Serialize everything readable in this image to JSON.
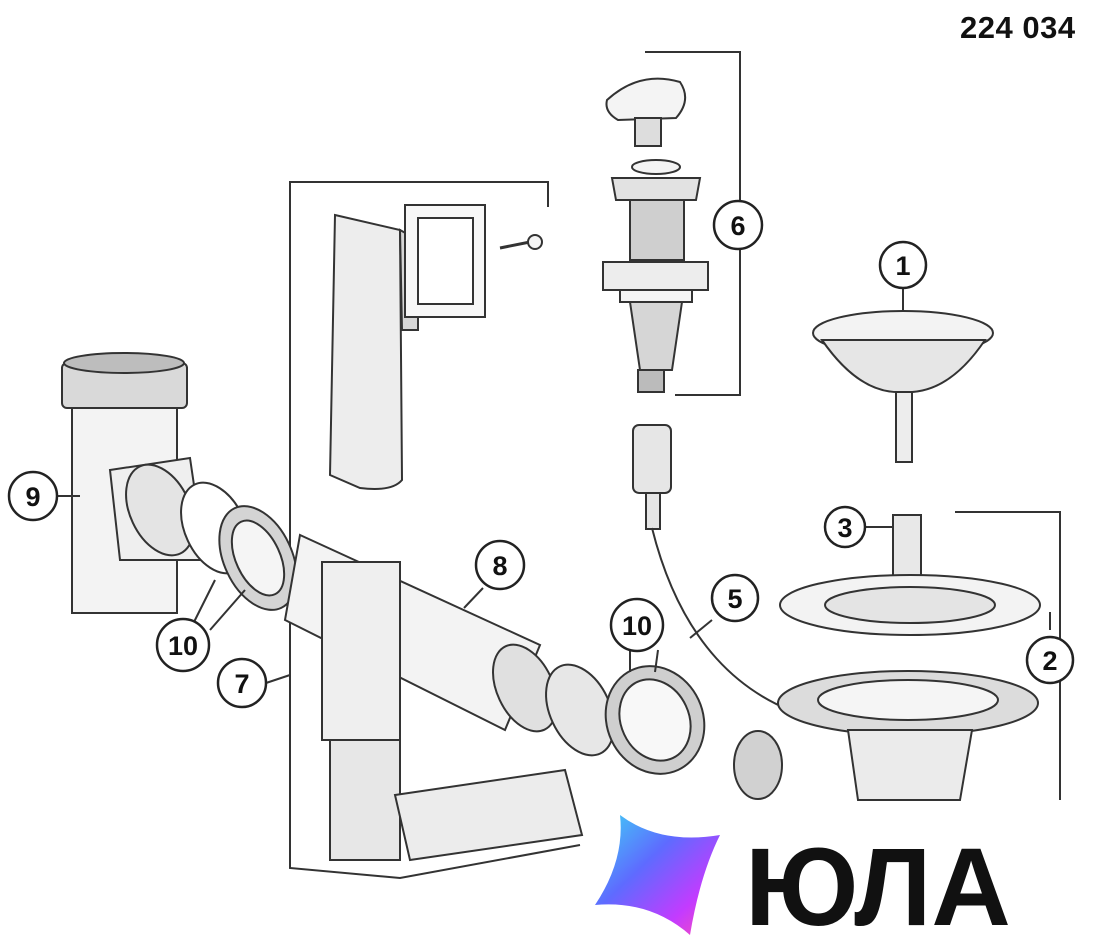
{
  "header": {
    "part_code": "224 034"
  },
  "callouts": [
    "1",
    "2",
    "3",
    "5",
    "6",
    "7",
    "8",
    "9",
    "10",
    "10"
  ],
  "logo": {
    "text": "ЮЛА",
    "gradient": [
      "#3fd3f5",
      "#5e6bff",
      "#c33bff",
      "#ff4fb4"
    ]
  },
  "colors": {
    "line": "#333333",
    "fill": "#f4f4f4",
    "shade": "#bdbdbd"
  }
}
